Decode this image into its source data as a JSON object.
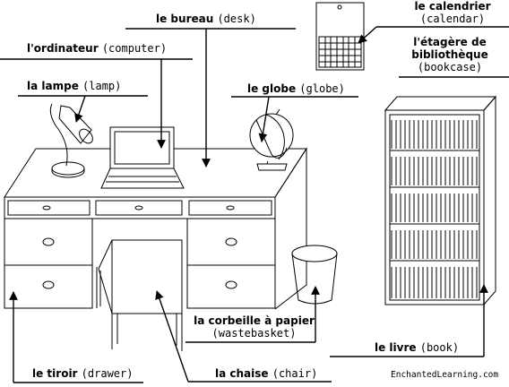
{
  "labels": {
    "bureau": {
      "fr": "le bureau",
      "en": "(desk)"
    },
    "ordinateur": {
      "fr": "l'ordinateur",
      "en": "(computer)"
    },
    "lampe": {
      "fr": "la lampe",
      "en": "(lamp)"
    },
    "globe": {
      "fr": "le globe",
      "en": "(globe)"
    },
    "calendrier": {
      "fr": "le calendrier",
      "en": "(calendar)"
    },
    "etagere": {
      "fr_line1": "l'étagère de",
      "fr_line2": "bibliothèque",
      "en": "(bookcase)"
    },
    "corbeille": {
      "fr": "la corbeille à papier",
      "en": "(wastebasket)"
    },
    "livre": {
      "fr": "le livre",
      "en": "(book)"
    },
    "tiroir": {
      "fr": "le tiroir",
      "en": "(drawer)"
    },
    "chaise": {
      "fr": "la chaise",
      "en": "(chair)"
    }
  },
  "credit": "EnchantedLearning.com",
  "colors": {
    "ink": "#000000",
    "paper": "#ffffff"
  }
}
